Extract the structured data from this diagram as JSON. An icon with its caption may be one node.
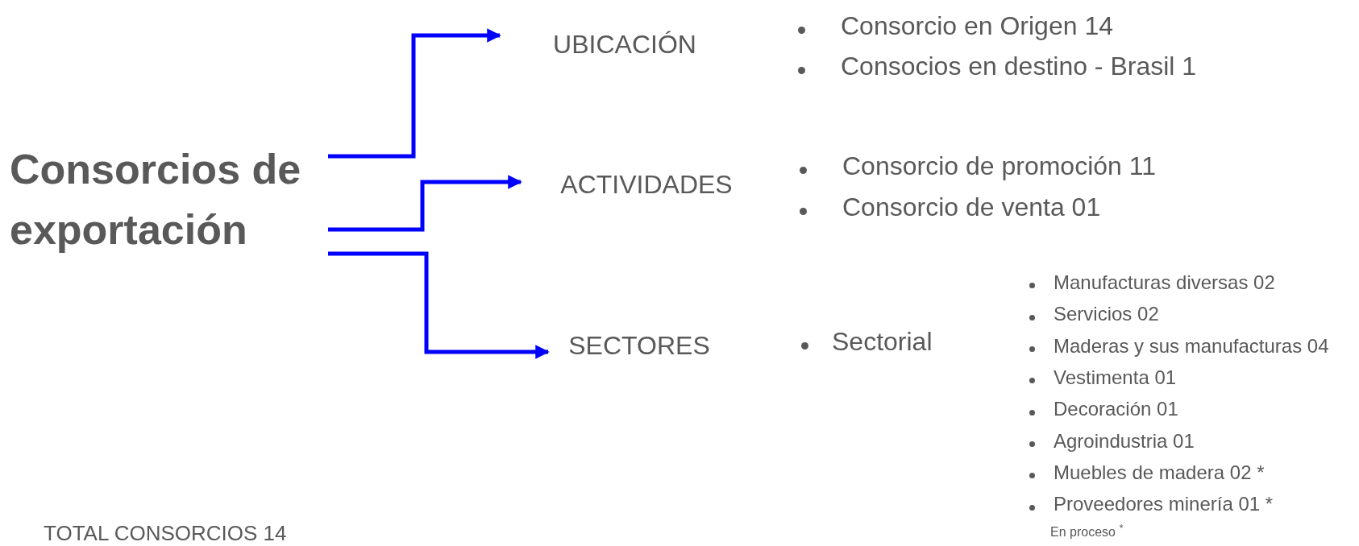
{
  "diagram": {
    "nodes": [
      {
        "text": [
          "Consorcios de exportación"
        ]
      },
      {
        "text": [
          "UBICACIÓN"
        ]
      },
      {
        "text": [
          "ACTIVIDADES"
        ]
      },
      {
        "text": [
          "SECTORES"
        ]
      }
    ],
    "edges": [
      {
        "from": 0,
        "to": 1,
        "arrow": "to"
      },
      {
        "from": 0,
        "to": 2,
        "arrow": "to"
      },
      {
        "from": 0,
        "to": 3,
        "arrow": "to"
      }
    ],
    "labels": [
      "Consorcio en Origen  14",
      "Consocios en destino - Brasil 1",
      "Consorcio de promoción 11",
      "Consorcio de venta 01",
      "Sectorial",
      "Manufacturas diversas  02",
      "Servicios 02",
      "Maderas y sus manufacturas 04",
      "Vestimenta 01",
      "Decoración 01",
      "Agroindustria 01",
      "Muebles de madera 02 *",
      "Proveedores minería 01 *",
      "En proceso $^{*}$",
      "TOTAL CONSORCIOS 14"
    ]
  }
}
